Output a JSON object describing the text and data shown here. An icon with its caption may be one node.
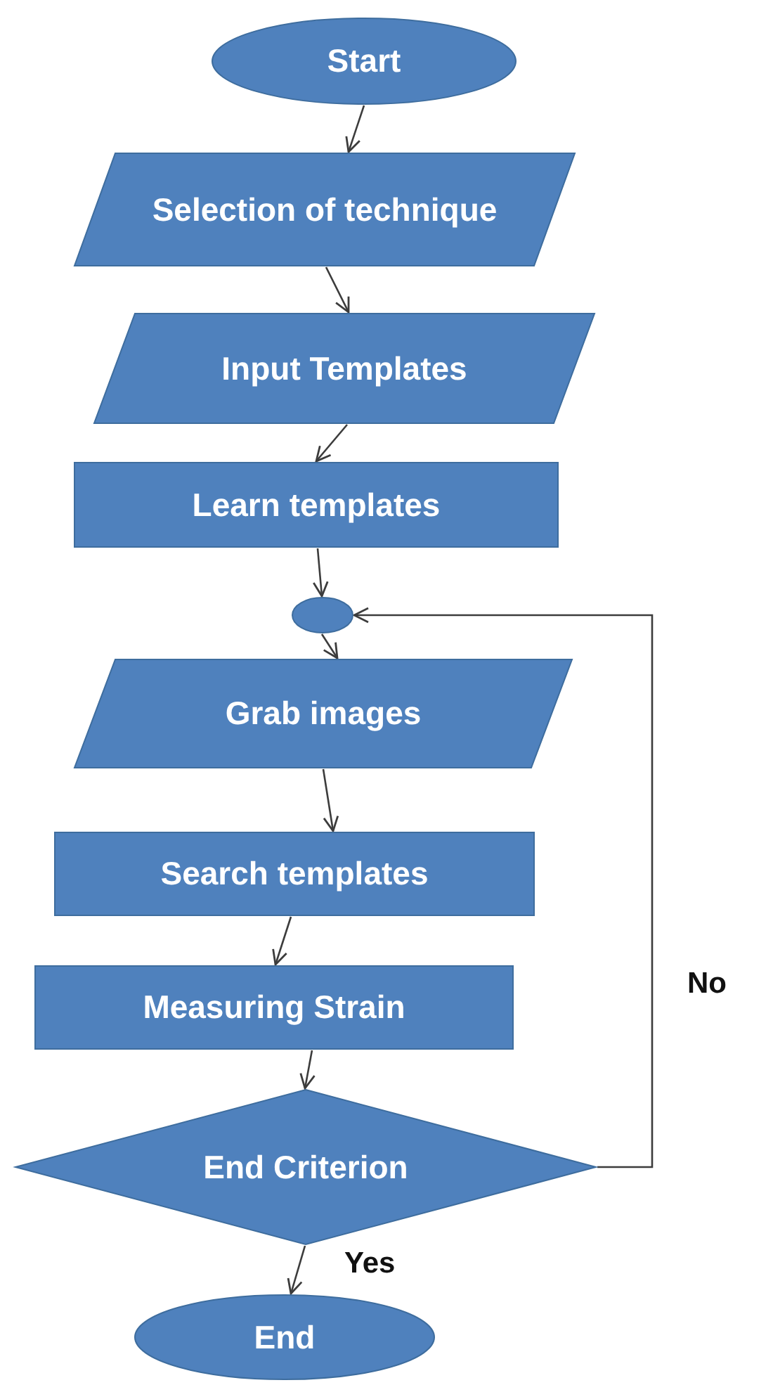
{
  "diagram": {
    "nodes": [
      {
        "text": [
          "Start"
        ]
      },
      {
        "text": [
          "Selection of technique"
        ]
      },
      {
        "text": [
          "Input Templates"
        ]
      },
      {
        "text": [
          "Learn templates"
        ]
      },
      {
        "text": [],
        "shape": "circle"
      },
      {
        "text": [
          "Grab images"
        ]
      },
      {
        "text": [
          "Search templates"
        ]
      },
      {
        "text": [
          "Measuring Strain"
        ]
      },
      {
        "text": [
          "End Criterion"
        ]
      },
      {
        "text": [
          "End"
        ]
      }
    ],
    "edges": [
      {
        "from": 0,
        "to": 1,
        "arrow": "to"
      },
      {
        "from": 1,
        "to": 2,
        "arrow": "to"
      },
      {
        "from": 2,
        "to": 3,
        "arrow": "to"
      },
      {
        "from": 3,
        "to": 4,
        "arrow": "to"
      },
      {
        "from": 4,
        "to": 5,
        "arrow": "to"
      },
      {
        "from": 5,
        "to": 6,
        "arrow": "to"
      },
      {
        "from": 6,
        "to": 7,
        "arrow": "to"
      },
      {
        "from": 7,
        "to": 8,
        "arrow": "to"
      },
      {
        "from": 8,
        "to": 9,
        "label": "Yes",
        "arrow": "to"
      },
      {
        "from": 8,
        "to": 4,
        "label": "No",
        "arrow": "to"
      }
    ]
  }
}
